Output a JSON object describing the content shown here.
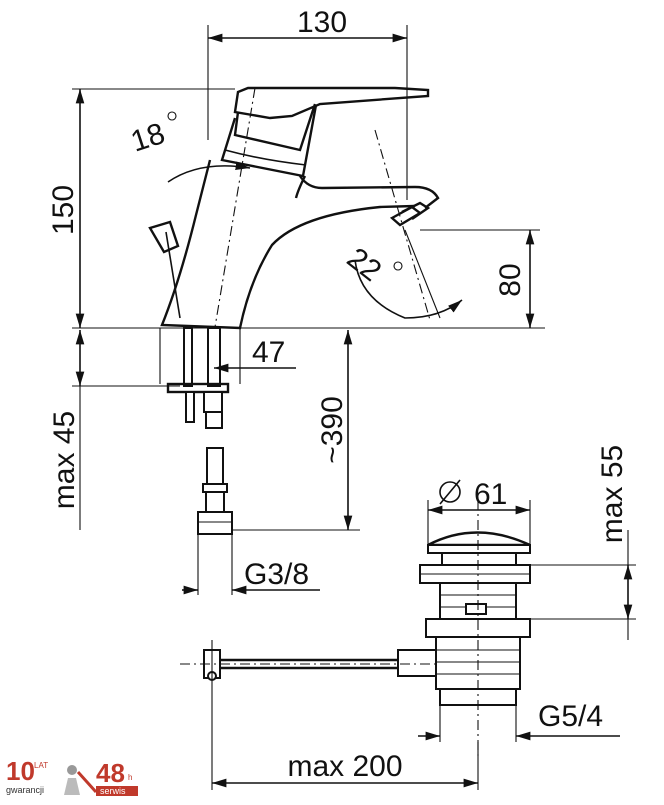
{
  "dimensions": {
    "width_top": "130",
    "height_left": "150",
    "angle_top": "18",
    "angle_spout": "22",
    "height_spout": "80",
    "tail_offset": "47",
    "max_45": "max 45",
    "approx_390": "~390",
    "diameter_61": "61",
    "max_55": "max 55",
    "thread_g38": "G3/8",
    "thread_g54": "G5/4",
    "max_200": "max 200"
  },
  "badges": {
    "warranty_number": "10",
    "warranty_unit": "LAT",
    "warranty_label": "gwarancji",
    "service_number": "48",
    "service_unit": "h",
    "service_label": "serwis"
  },
  "icons": [
    "diameter-icon",
    "degree-icon",
    "wrench-icon"
  ]
}
